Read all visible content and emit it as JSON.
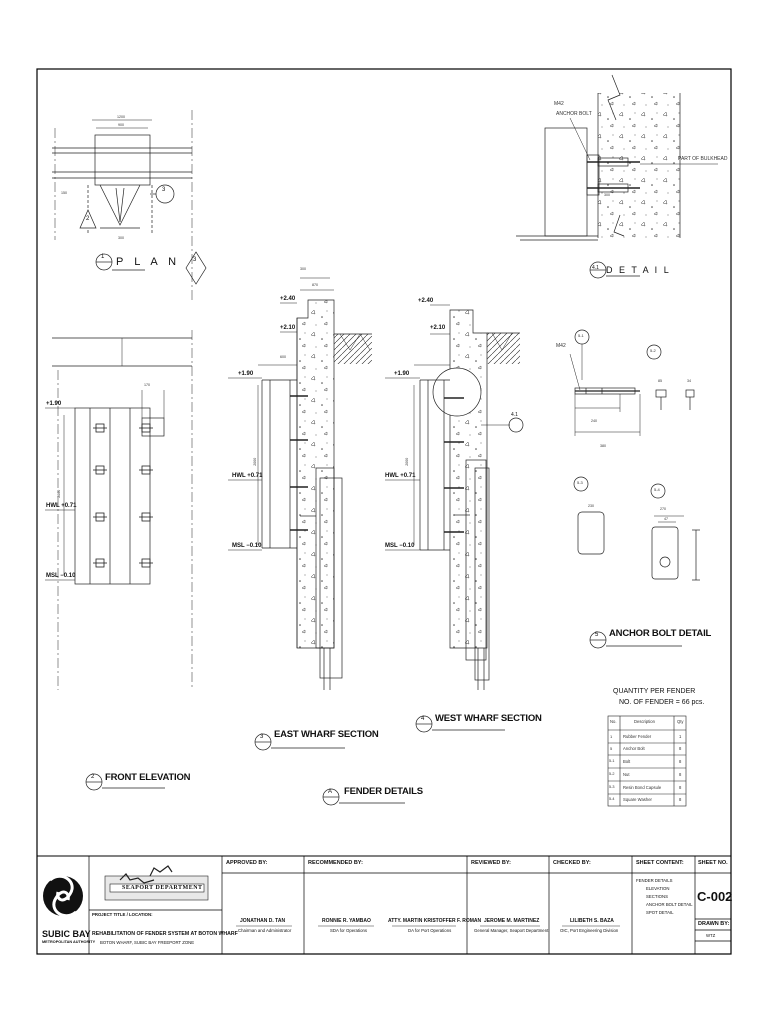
{
  "plan": {
    "num": "1",
    "title": "P L A N",
    "dim_1200": "1200",
    "dim_900": "900",
    "dim_300": "300",
    "dim_150": "150",
    "tag_2": "2",
    "tag_3": "3"
  },
  "detail": {
    "num": "4.1",
    "title": "D E T A I L",
    "m42": "M42",
    "anchor_bolt": "ANCHOR BOLT",
    "bulkhead": "PART OF BULKHEAD",
    "dim_300": "300"
  },
  "east": {
    "num": "3",
    "title": "EAST WHARF SECTION",
    "lvl_240": "+2.40",
    "lvl_210": "+2.10",
    "lvl_190": "+1.90",
    "hwl": "HWL +0.71",
    "msl": "MSL −0.10",
    "dim_300": "300",
    "dim_600": "600",
    "dim_2000": "2000",
    "dim_870": "870"
  },
  "west": {
    "num": "4",
    "title": "WEST WHARF SECTION",
    "lvl_240": "+2.40",
    "lvl_210": "+2.10",
    "lvl_190": "+1.90",
    "hwl": "HWL +0.71",
    "msl": "MSL −0.10",
    "dim_2000": "2000",
    "callout": "4.1"
  },
  "front": {
    "num": "2",
    "title": "FRONT ELEVATION",
    "lvl_190": "+1.90",
    "hwl": "HWL +0.71",
    "msl": "MSL −0.10",
    "dim_170": "170",
    "dim_2000": "2000"
  },
  "fender_details": {
    "num": "A",
    "title": "FENDER DETAILS"
  },
  "bolt": {
    "num": "5",
    "title": "ANCHOR BOLT DETAIL",
    "m42": "M42",
    "tag1": "5-1",
    "tag2": "5-2",
    "tag3": "5-3",
    "tag4": "5-4",
    "dim_240": "240",
    "dim_380": "380",
    "dim_85": "85",
    "dim_34": "34",
    "dim_230": "230",
    "dim_270": "270",
    "dim_47": "47"
  },
  "quantity": {
    "title": "QUANTITY PER FENDER",
    "subtitle": "NO. OF FENDER = 66 pcs.",
    "headers": [
      "No.",
      "Description",
      "Qty"
    ],
    "rows": [
      {
        "no": "1",
        "desc": "Rubber Fender",
        "qty": "1"
      },
      {
        "no": "5",
        "desc": "Anchor Bolt",
        "qty": "8"
      },
      {
        "no": "5-1",
        "desc": "Bolt",
        "qty": "8"
      },
      {
        "no": "5-2",
        "desc": "Nut",
        "qty": "8"
      },
      {
        "no": "5-3",
        "desc": "Resin Bond Capsule",
        "qty": "8"
      },
      {
        "no": "5-4",
        "desc": "Square Washer",
        "qty": "8"
      }
    ]
  },
  "titleblock": {
    "brand": "SUBIC BAY",
    "brand_sub": "METROPOLITAN AUTHORITY",
    "dept": "SEAPORT DEPARTMENT",
    "project_label": "PROJECT TITLE / LOCATION:",
    "project": "REHABILITATION OF FENDER SYSTEM AT BOTON WHARF",
    "location": "BOTON WHARF, SUBIC BAY FREEPORT ZONE",
    "approved_label": "APPROVED BY:",
    "approved_name": "JONATHAN D. TAN",
    "approved_role": "Chairman and Administrator",
    "recommended_label": "RECOMMENDED BY:",
    "rec1_name": "RONNIE R. YAMBAO",
    "rec1_role": "SDA for Operations",
    "rec2_name": "ATTY. MARTIN KRISTOFFER F. ROMAN",
    "rec2_role": "DA for Port Operations",
    "reviewed_label": "REVIEWED BY:",
    "reviewed_name": "JEROME M. MARTINEZ",
    "reviewed_role": "General Manager, Seaport Department",
    "checked_label": "CHECKED BY:",
    "checked_name": "LILIBETH S. BAZA",
    "checked_role": "OIC, Port Engineering Division",
    "content_label": "SHEET CONTENT:",
    "content": [
      "FENDER DETAILS",
      "ELEVATION",
      "SECTIONS",
      "ANCHOR BOLT DETAIL",
      "SPOT DETAIL"
    ],
    "sheet_label": "SHEET NO.",
    "sheet_no": "C-002",
    "drawn_label": "DRAWN BY:",
    "drawn": "WTZ"
  }
}
